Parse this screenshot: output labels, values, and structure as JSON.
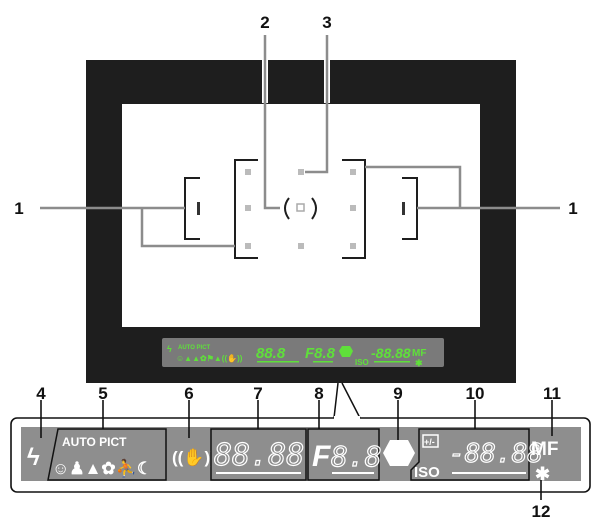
{
  "colors": {
    "frame": "#1e1e1e",
    "leader": "#8c8c8c",
    "lcd_bg": "#7a7a7a",
    "lcd_green": "#5fe03a",
    "panel_bg": "#8e8e8e"
  },
  "callouts": {
    "af_frame_left": "1",
    "af_frame_right": "1",
    "spot_metering_circle": "2",
    "af_point": "3",
    "flash": "4",
    "picture_mode": "5",
    "shake_reduction": "6",
    "shutter_speed": "7",
    "aperture": "8",
    "focus_indicator": "9",
    "ev_iso": "10",
    "manual_focus": "11",
    "ae_lock": "12"
  },
  "viewfinder_lcd": {
    "auto_pict": "AUTO PICT",
    "shutter": "88.8",
    "aperture": "F8.8",
    "iso": "ISO",
    "ev": "-88.88",
    "mf": "MF"
  },
  "panel": {
    "auto_pict": "AUTO PICT",
    "shutter": "88.88",
    "aperture_prefix": "F",
    "aperture": "8.8",
    "ev_sign": "+/-",
    "iso": "ISO",
    "ev": "-88.88",
    "mf": "MF",
    "ae_lock": "✱"
  }
}
